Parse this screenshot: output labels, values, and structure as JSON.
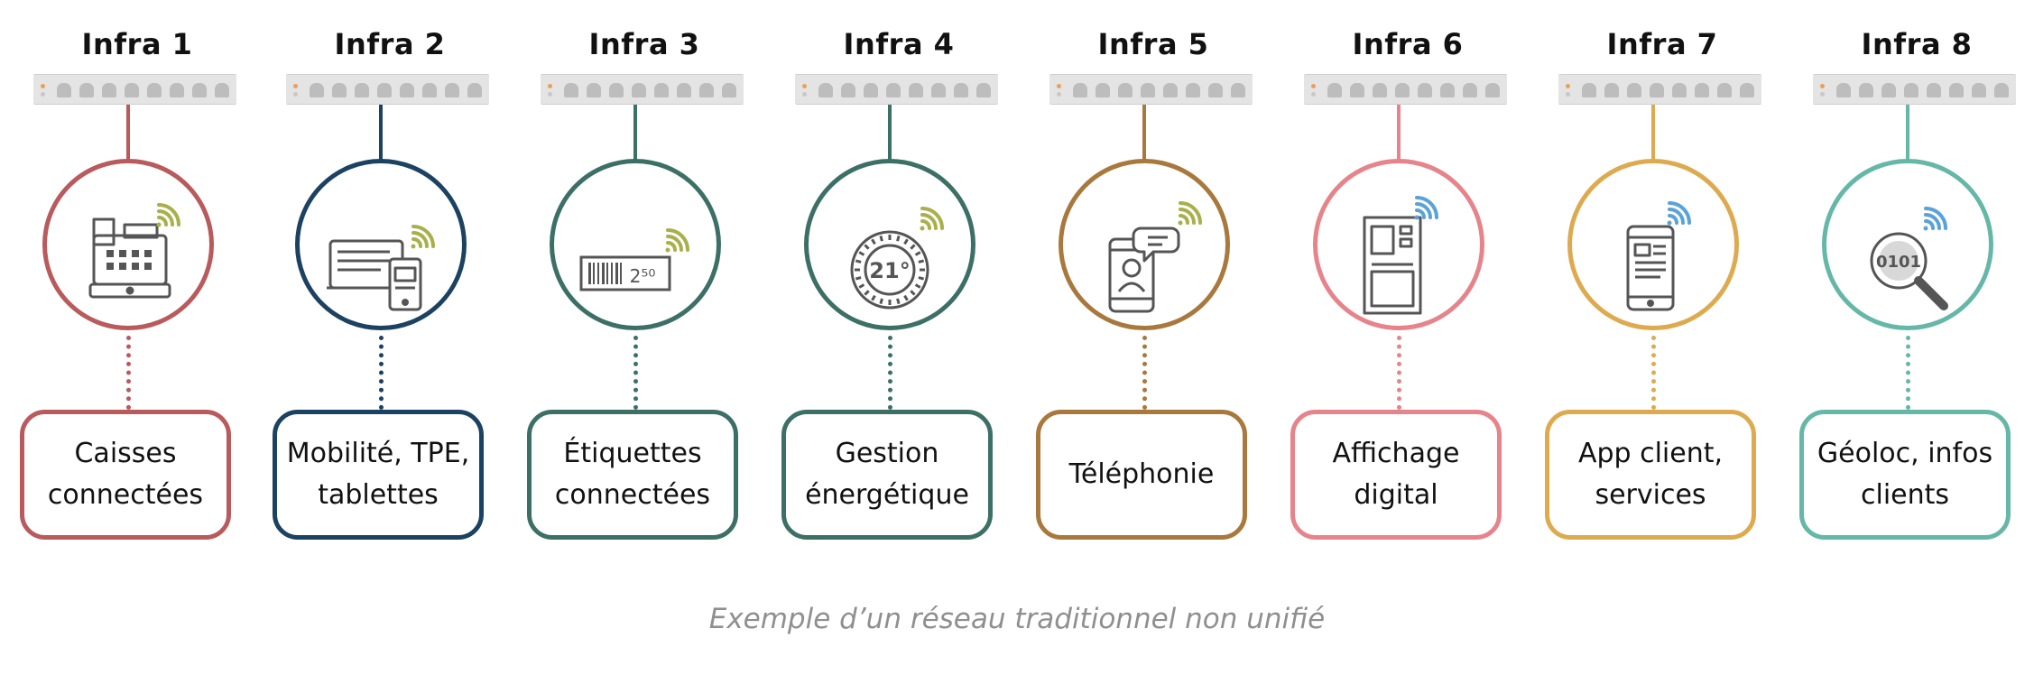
{
  "caption": "Exemple d’un réseau traditionnel non unifié",
  "columns": [
    {
      "title": "Infra 1",
      "label": "Caisses\nconnectées",
      "color": "#b95a5d",
      "icon": "cash-register-icon"
    },
    {
      "title": "Infra 2",
      "label": "Mobilité, TPE,\ntablettes",
      "color": "#1c4262",
      "icon": "tablet-phone-icon"
    },
    {
      "title": "Infra 3",
      "label": "Étiquettes\nconnectées",
      "color": "#3c7066",
      "icon": "price-label-icon"
    },
    {
      "title": "Infra 4",
      "label": "Gestion\nénergétique",
      "color": "#3c7066",
      "icon": "thermostat-icon"
    },
    {
      "title": "Infra 5",
      "label": "Téléphonie",
      "color": "#a9783c",
      "icon": "phone-chat-icon"
    },
    {
      "title": "Infra 6",
      "label": "Affichage\ndigital",
      "color": "#e7838a",
      "icon": "kiosk-icon"
    },
    {
      "title": "Infra 7",
      "label": "App client,\nservices",
      "color": "#deaa4f",
      "icon": "smartphone-app-icon"
    },
    {
      "title": "Infra 8",
      "label": "Géoloc, infos\nclients",
      "color": "#65b7a8",
      "icon": "magnifier-data-icon"
    }
  ],
  "thermostat_value": "21°",
  "label_value": "2⁵⁰",
  "binary_text": "0101",
  "wifi_color": "#a9b04b",
  "wifi_color_alt": "#5aa2d8",
  "icon_color": "#555555"
}
